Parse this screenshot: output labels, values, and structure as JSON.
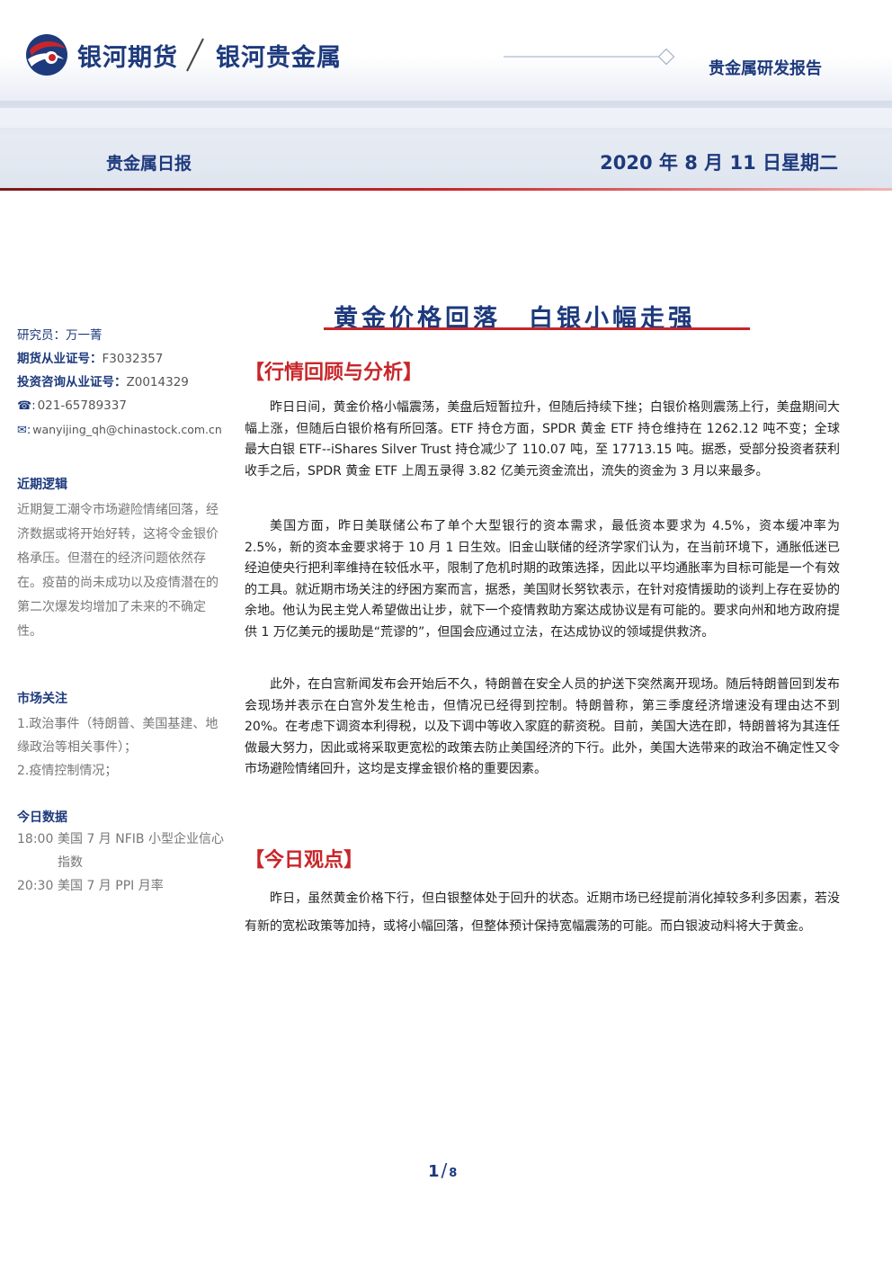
{
  "header": {
    "brand_primary": "银河期货",
    "brand_secondary": "银河贵金属",
    "report_type": "贵金属研发报告",
    "daily_label": "贵金属日报",
    "date": "2020 年 8 月 11 日星期二",
    "brand_color": "#1d3a7c",
    "accent_color": "#c8262a"
  },
  "sidebar": {
    "author": "研究员：万一菁",
    "futures_license_label": "期货从业证号：",
    "futures_license": "F3032357",
    "advisory_license_label": "投资咨询从业证号：",
    "advisory_license": "Z0014329",
    "phone": "021-65789337",
    "email": "wanyijing_qh@chinastock.com.cn",
    "recent_logic_title": "近期逻辑",
    "recent_logic_text": "近期复工潮令市场避险情绪回落，经济数据或将开始好转，这将令金银价格承压。但潜在的经济问题依然存在。疫苗的尚未成功以及疫情潜在的第二次爆发均增加了未来的不确定性。",
    "market_focus_title": "市场关注",
    "market_focus_items": [
      "1.政治事件（特朗普、美国基建、地缘政治等相关事件）；",
      "2.疫情控制情况；"
    ],
    "today_data_title": "今日数据",
    "today_data": [
      {
        "time": "18:00",
        "text": "美国 7 月 NFIB 小型企业信心指数"
      },
      {
        "time": "20:30",
        "text": "美国 7 月 PPI 月率"
      }
    ]
  },
  "main": {
    "title": "黄金价格回落　白银小幅走强",
    "section1_title": "【行情回顾与分析】",
    "paragraphs": [
      "昨日日间，黄金价格小幅震荡，美盘后短暂拉升，但随后持续下挫；白银价格则震荡上行，美盘期间大幅上涨，但随后白银价格有所回落。ETF 持仓方面，SPDR 黄金 ETF 持仓维持在 1262.12 吨不变；全球最大白银 ETF--iShares Silver Trust 持仓减少了 110.07 吨，至 17713.15 吨。据悉，受部分投资者获利收手之后，SPDR 黄金 ETF 上周五录得 3.82 亿美元资金流出，流失的资金为 3 月以来最多。",
      "美国方面，昨日美联储公布了单个大型银行的资本需求，最低资本要求为 4.5%，资本缓冲率为 2.5%，新的资本金要求将于 10 月 1 日生效。旧金山联储的经济学家们认为，在当前环境下，通胀低迷已经迫使央行把利率维持在较低水平，限制了危机时期的政策选择，因此以平均通胀率为目标可能是一个有效的工具。就近期市场关注的纾困方案而言，据悉，美国财长努钦表示，在针对疫情援助的谈判上存在妥协的余地。他认为民主党人希望做出让步，就下一个疫情救助方案达成协议是有可能的。要求向州和地方政府提供 1 万亿美元的援助是“荒谬的”，但国会应通过立法，在达成协议的领域提供救济。",
      "此外，在白宫新闻发布会开始后不久，特朗普在安全人员的护送下突然离开现场。随后特朗普回到发布会现场并表示在白宫外发生枪击，但情况已经得到控制。特朗普称，第三季度经济增速没有理由达不到 20%。在考虑下调资本利得税，以及下调中等收入家庭的薪资税。目前，美国大选在即，特朗普将为其连任做最大努力，因此或将采取更宽松的政策去防止美国经济的下行。此外，美国大选带来的政治不确定性又令市场避险情绪回升，这均是支撑金银价格的重要因素。"
    ],
    "section2_title": "【今日观点】",
    "viewpoint": "昨日，虽然黄金价格下行，但白银整体处于回升的状态。近期市场已经提前消化掉较多利多因素，若没有新的宽松政策等加持，或将小幅回落，但整体预计保持宽幅震荡的可能。而白银波动料将大于黄金。"
  },
  "footer": {
    "page_current": "1",
    "page_total": "8"
  }
}
